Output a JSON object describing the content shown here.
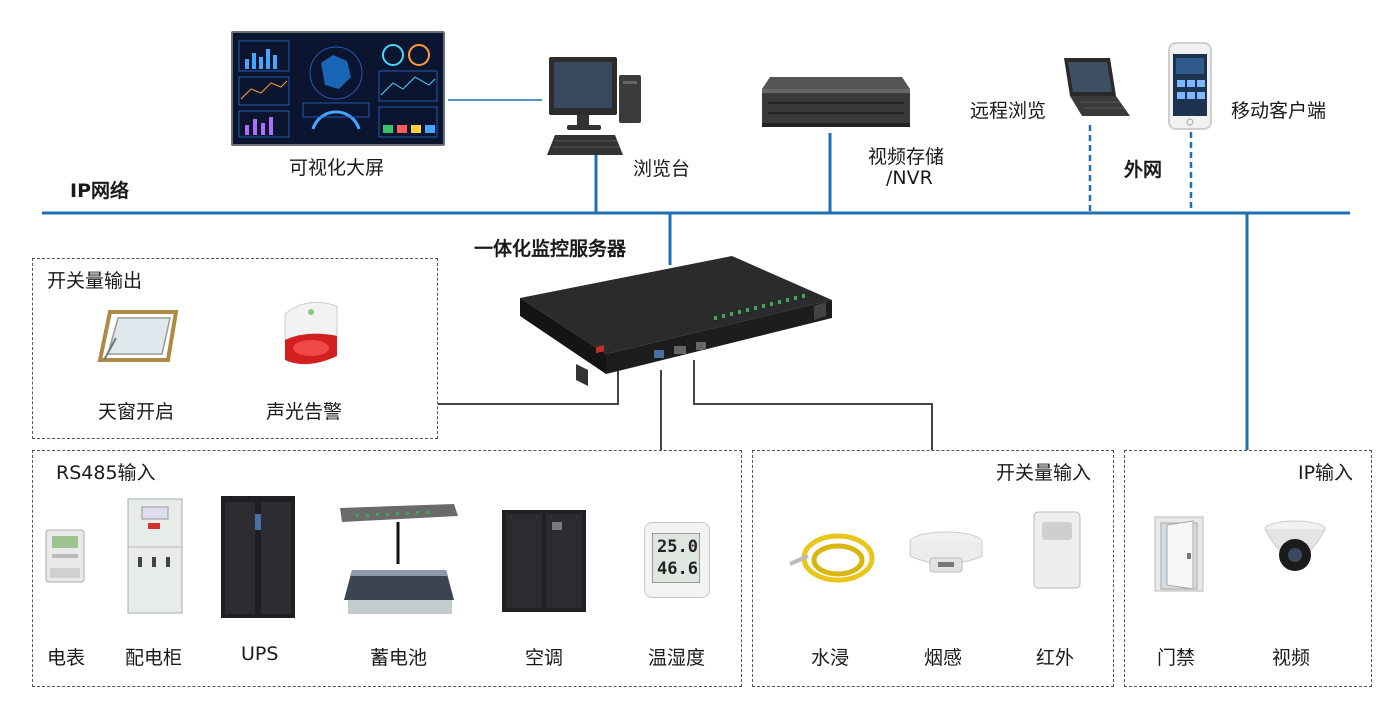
{
  "network": {
    "label": "IP网络",
    "external_label": "外网"
  },
  "top": {
    "screen_label": "可视化大屏",
    "console_label": "浏览台",
    "nvr_label_line1": "视频存储",
    "nvr_label_line2": "/NVR",
    "remote_label": "远程浏览",
    "mobile_label": "移动客户端"
  },
  "server": {
    "label": "一体化监控服务器"
  },
  "switch_output": {
    "title": "开关量输出",
    "items": [
      {
        "label": "天窗开启"
      },
      {
        "label": "声光告警"
      }
    ]
  },
  "rs485": {
    "title": "RS485输入",
    "items": [
      {
        "label": "电表"
      },
      {
        "label": "配电柜"
      },
      {
        "label": "UPS"
      },
      {
        "label": "蓄电池"
      },
      {
        "label": "空调"
      },
      {
        "label": "温湿度"
      }
    ],
    "thermo_readout_1": "25.0",
    "thermo_readout_2": "46.6"
  },
  "switch_input": {
    "title": "开关量输入",
    "items": [
      {
        "label": "水浸"
      },
      {
        "label": "烟感"
      },
      {
        "label": "红外"
      }
    ]
  },
  "ip_input": {
    "title": "IP输入",
    "items": [
      {
        "label": "门禁"
      },
      {
        "label": "视频"
      }
    ]
  },
  "colors": {
    "network_blue": "#1f6fb2",
    "wire": "#444444",
    "dashed_border": "#555555"
  }
}
